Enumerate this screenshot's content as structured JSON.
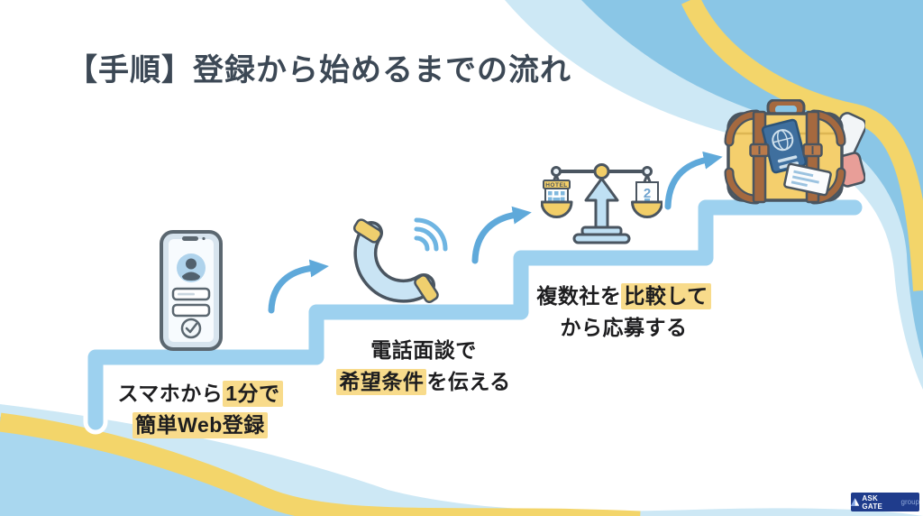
{
  "page": {
    "title": "【手順】登録から始めるまでの流れ"
  },
  "steps": [
    {
      "name": "smartphone-registration",
      "icon": "smartphone-icon",
      "line1_pre": "スマホから",
      "line1_hl": "1分で",
      "line2_hl": "簡単Web登録"
    },
    {
      "name": "phone-interview",
      "icon": "phone-handset-icon",
      "line1": "電話面談で",
      "line2_hl": "希望条件",
      "line2_post": "を伝える"
    },
    {
      "name": "compare-companies",
      "icon": "balance-scale-icon",
      "line1_pre": "複数社を",
      "line1_hl": "比較して",
      "line2": "から応募する",
      "hotel_label": "HOTEL",
      "number_label": "2"
    },
    {
      "name": "start-work-trip",
      "icon": "suitcase-icon"
    }
  ],
  "logo": {
    "brand": "ASK GATE",
    "suffix": "group"
  },
  "colors": {
    "title_text": "#3C4855",
    "body_text": "#1d1d1f",
    "highlight": "#F8DB8B",
    "staircase": "#9DD1EF",
    "arrow": "#5FA9DA",
    "wave_blue": "#8AC6E6",
    "wave_pale_blue": "#CDE8F5",
    "wave_yellow": "#F3D56A",
    "icon_outline": "#4A5560",
    "icon_light_blue": "#C9E4F4",
    "icon_yellow": "#F2CE68",
    "icon_brown": "#A5693F",
    "logo_background": "#1F3C8C"
  }
}
